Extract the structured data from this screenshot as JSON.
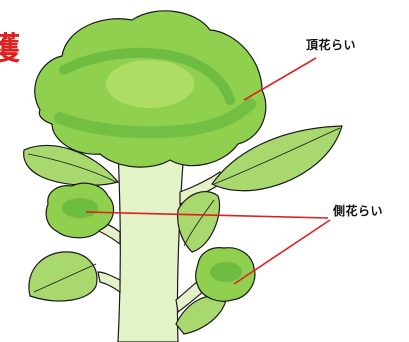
{
  "title_fragment": "穫",
  "labels": {
    "terminal_floret": "頂花らい",
    "lateral_floret": "側花らい"
  },
  "colors": {
    "leader_line": "#e02020",
    "stem_fill": "#e4f2c8",
    "leaf_fill": "#a9d86e",
    "floret_light": "#8fd14f",
    "floret_dark": "#5fb33c",
    "outline": "#1a1a1a"
  }
}
